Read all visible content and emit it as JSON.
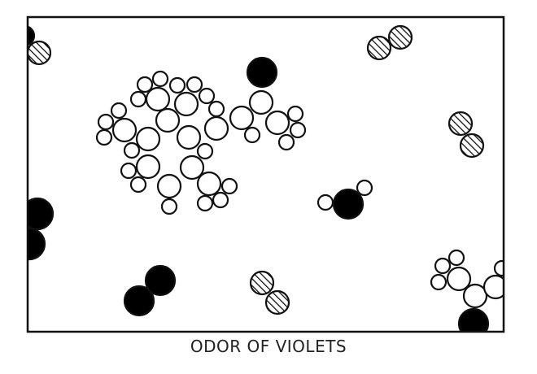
{
  "caption": "ODOR OF VIOLETS",
  "colors": {
    "stroke": "#111111",
    "fill_open": "#ffffff",
    "fill_solid": "#000000",
    "background": "#ffffff"
  },
  "atom_types": [
    "open",
    "solid",
    "hatched"
  ]
}
